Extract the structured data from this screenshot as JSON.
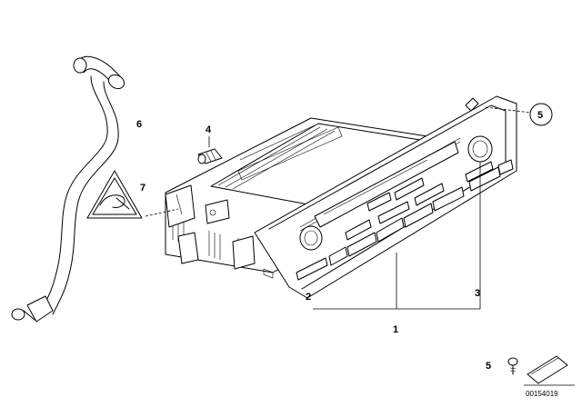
{
  "callouts": {
    "c1": "1",
    "c2": "2",
    "c3": "3",
    "c4": "4",
    "c5_top": "5",
    "c5_bottom": "5",
    "c6": "6",
    "c7": "7"
  },
  "diagram_id": "00154019",
  "icons": {
    "antenna_cable": "antenna-cable-icon",
    "warning_label": "warning-triangle-icon",
    "screw": "screw-icon",
    "bracket": "bracket-icon"
  }
}
